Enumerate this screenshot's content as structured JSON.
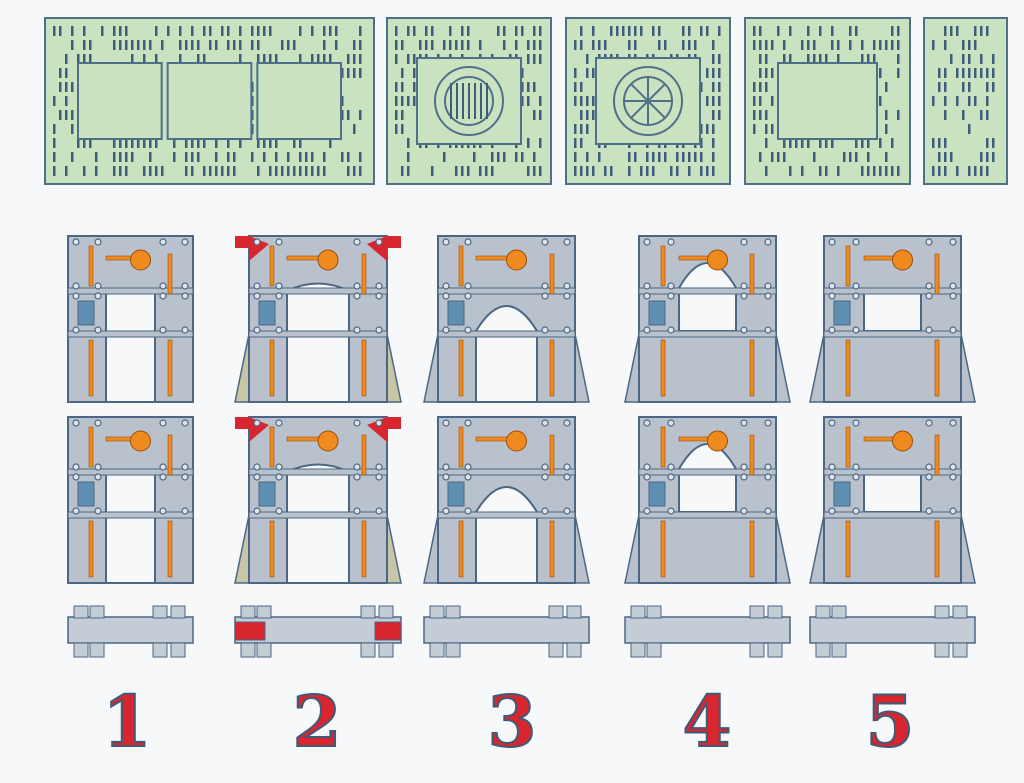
{
  "variants": [
    {
      "label": "1",
      "accent": "none"
    },
    {
      "label": "2",
      "accent": "#d8262f"
    },
    {
      "label": "3",
      "accent": "none"
    },
    {
      "label": "4",
      "accent": "none"
    },
    {
      "label": "5",
      "accent": "none"
    }
  ],
  "colors": {
    "panel_fill": "#c9e3c1",
    "panel_stroke": "#50708a",
    "frame_fill": "#b9c2cc",
    "frame_stroke": "#4b6783",
    "pipe": "#ef8a1e",
    "label": "#d8262f"
  }
}
